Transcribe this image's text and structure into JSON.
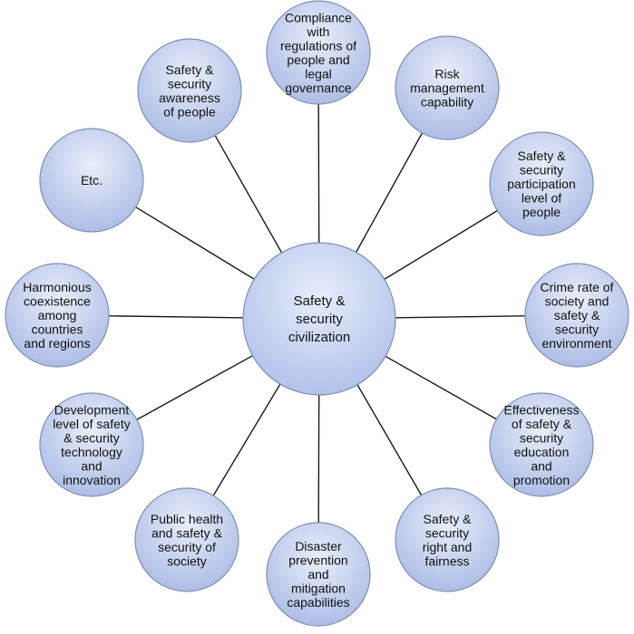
{
  "center": {
    "lines": [
      "Safety &",
      "security",
      "civilization"
    ]
  },
  "nodes": [
    {
      "id": "compliance",
      "lines": [
        "Compliance",
        "with",
        "regulations of",
        "people and",
        "legal",
        "governance"
      ]
    },
    {
      "id": "risk",
      "lines": [
        "Risk",
        "management",
        "capability"
      ]
    },
    {
      "id": "participation",
      "lines": [
        "Safety &",
        "security",
        "participation",
        "level of",
        "people"
      ]
    },
    {
      "id": "crime-rate",
      "lines": [
        "Crime rate of",
        "society and",
        "safety &",
        "security",
        "environment"
      ]
    },
    {
      "id": "education",
      "lines": [
        "Effectiveness",
        "of safety &",
        "security",
        "education",
        "and",
        "promotion"
      ]
    },
    {
      "id": "right-fairness",
      "lines": [
        "Safety &",
        "security",
        "right and",
        "fairness"
      ]
    },
    {
      "id": "disaster",
      "lines": [
        "Disaster",
        "prevention",
        "and",
        "mitigation",
        "capabilities"
      ]
    },
    {
      "id": "public-health",
      "lines": [
        "Public health",
        "and safety &",
        "security of",
        "society"
      ]
    },
    {
      "id": "technology",
      "lines": [
        "Development",
        "level of safety",
        "& security",
        "technology",
        "and",
        "innovation"
      ]
    },
    {
      "id": "coexistence",
      "lines": [
        "Harmonious",
        "coexistence",
        "among",
        "countries",
        "and regions"
      ]
    },
    {
      "id": "etc",
      "lines": [
        "Etc."
      ]
    },
    {
      "id": "awareness",
      "lines": [
        "Safety &",
        "security",
        "awareness",
        "of people"
      ]
    }
  ]
}
